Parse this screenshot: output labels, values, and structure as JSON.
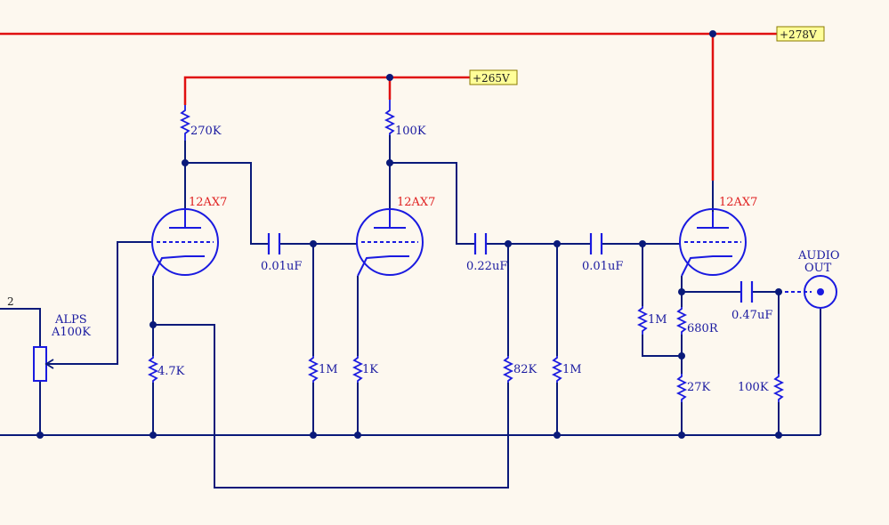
{
  "colors": {
    "wire": "#0a1a7a",
    "rail": "#e01010",
    "component": "#1a1ae0",
    "label_bg": "#ffff99"
  },
  "rails": {
    "high": "+278V",
    "mid": "+265V"
  },
  "tubes": [
    "12AX7",
    "12AX7",
    "12AX7"
  ],
  "resistors": {
    "plate1": "270K",
    "plate2": "100K",
    "cathode1": "4.7K",
    "grid2": "1M",
    "cathode2": "1K",
    "divider1": "82K",
    "divider2": "1M",
    "grid3": "1M",
    "cathode3a": "680R",
    "cathode3b": "27K",
    "output_load": "100K"
  },
  "capacitors": {
    "c1": "0.01uF",
    "c2": "0.22uF",
    "c3": "0.01uF",
    "c4": "0.47uF"
  },
  "pot": {
    "pin": "2",
    "brand": "ALPS",
    "value": "A100K"
  },
  "output": {
    "line1": "AUDIO",
    "line2": "OUT"
  }
}
